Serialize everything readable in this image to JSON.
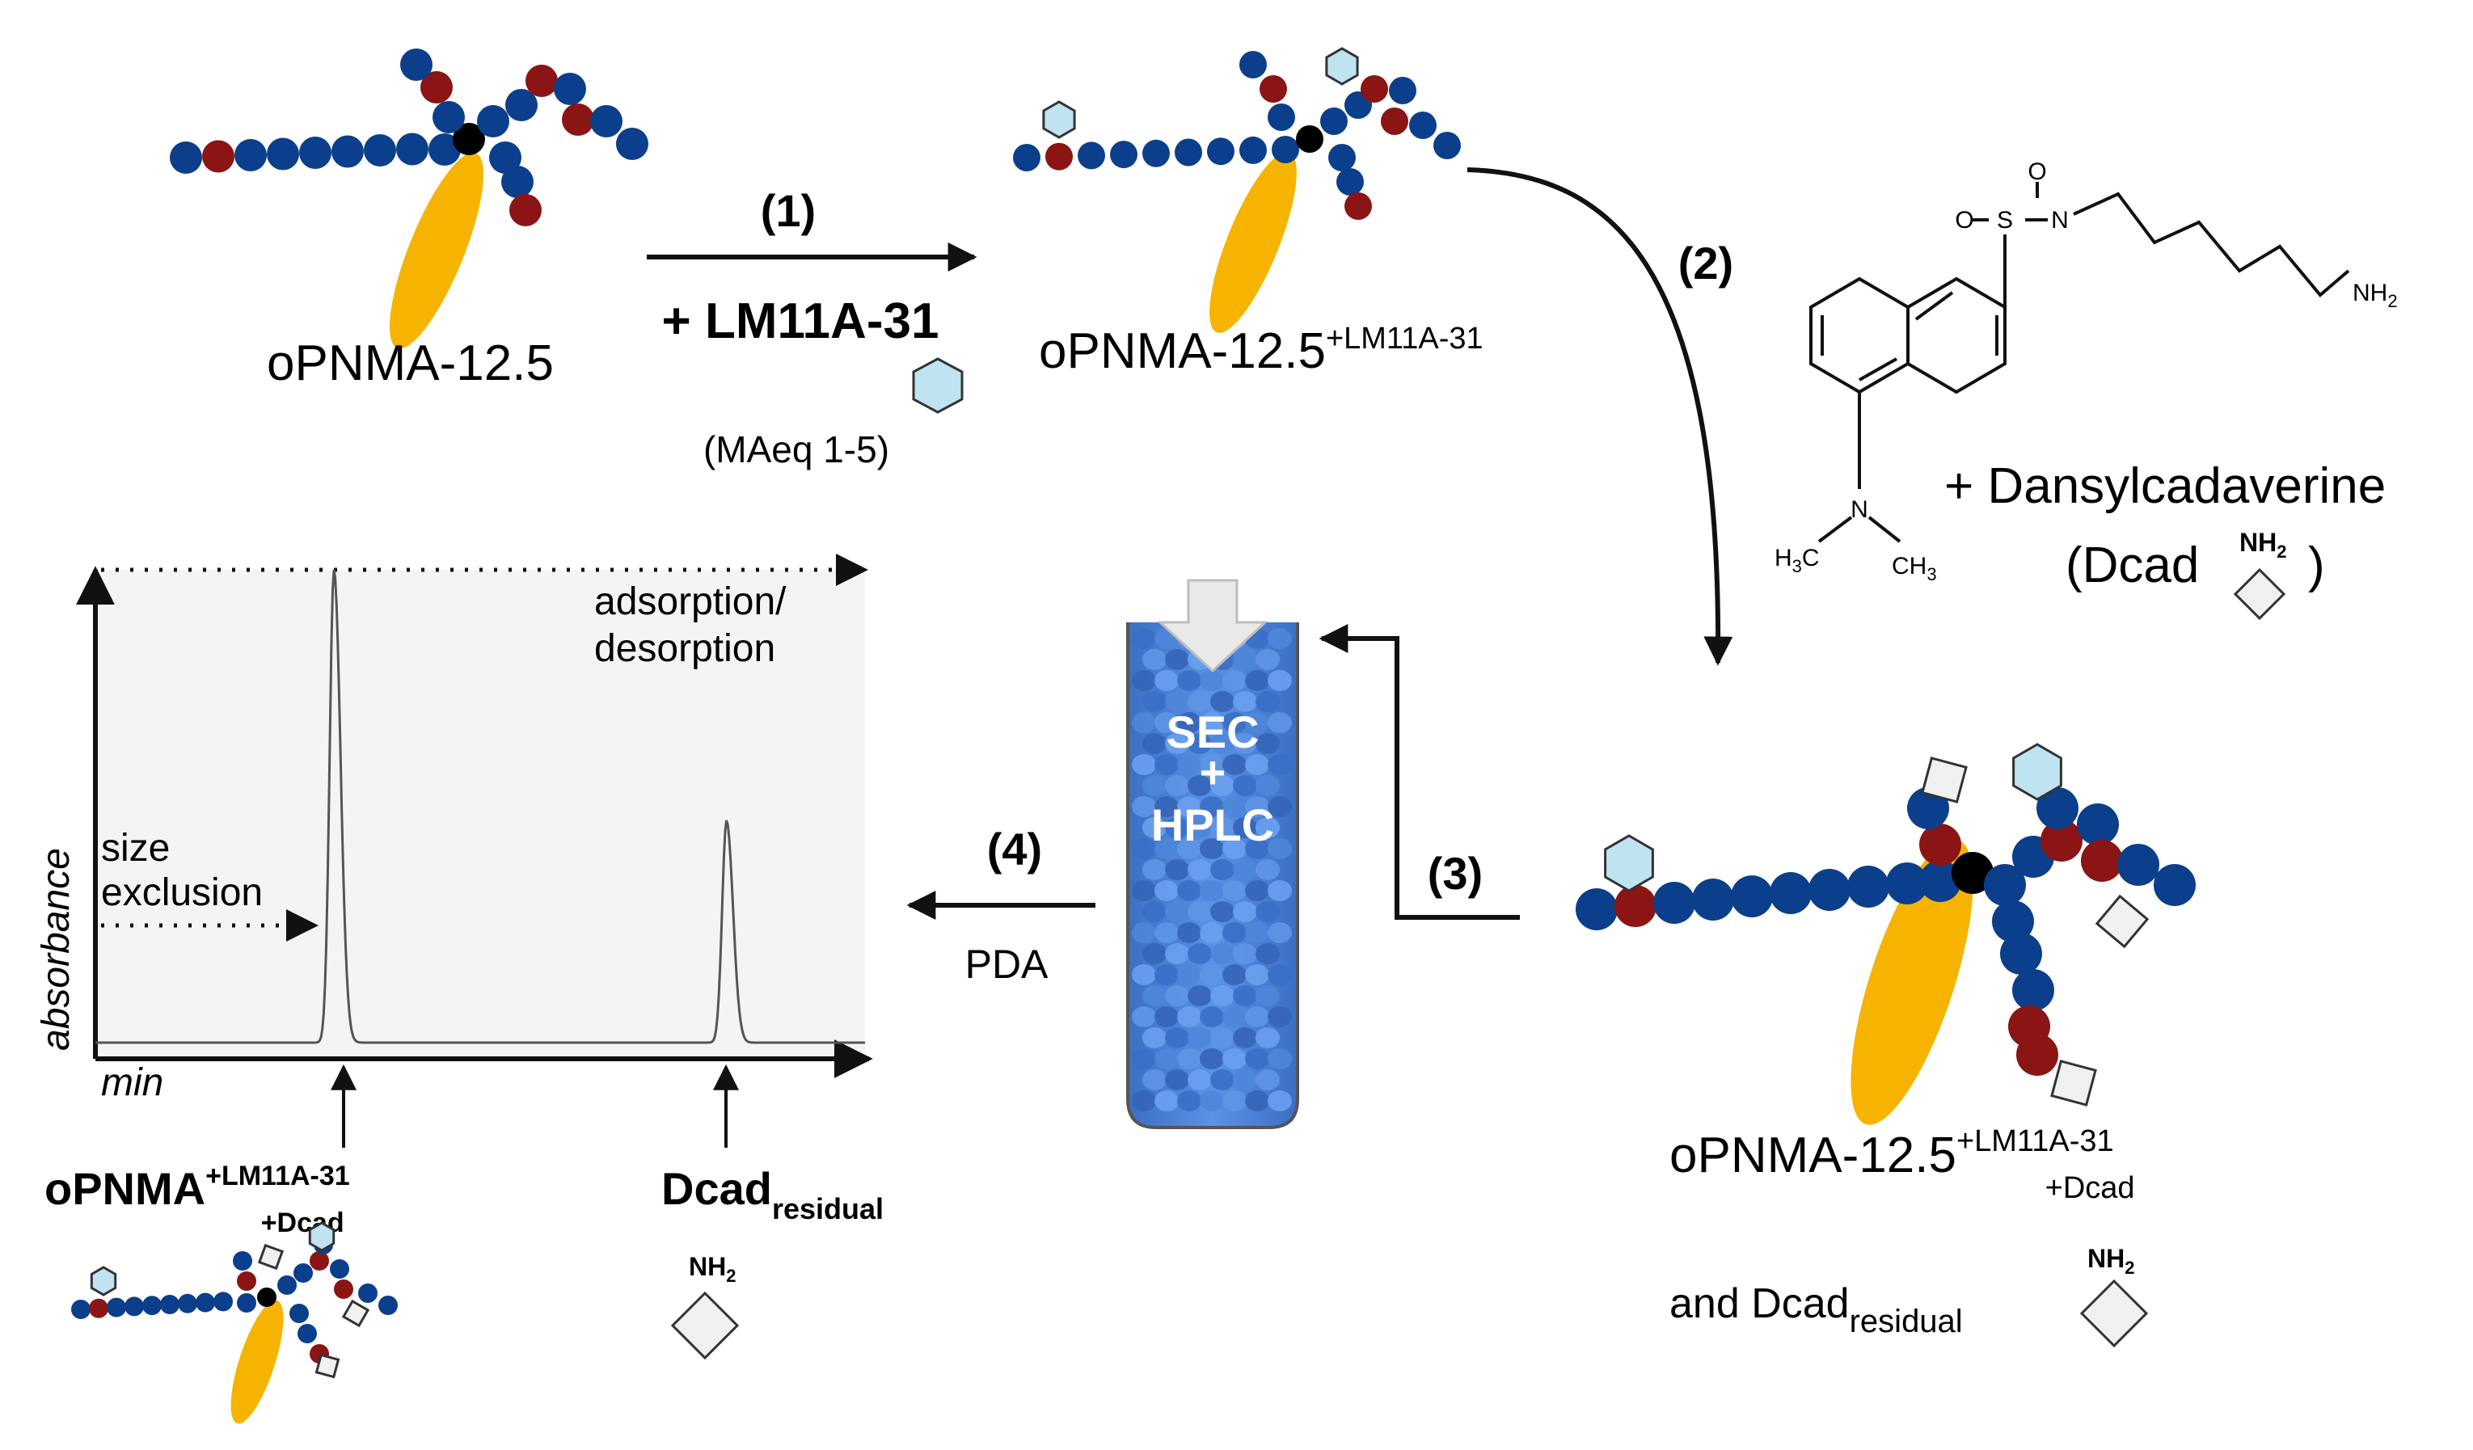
{
  "colors": {
    "monomer_blue": "#0b3f8c",
    "monomer_red": "#8b1414",
    "core_black": "#000000",
    "oval_yellow": "#f6b400",
    "drug_hexagon": "#bfe3f0",
    "dcad_diamond": "#f0f0f0",
    "column_blue": "#4a82d8",
    "chromatogram_bg": "#f4f4f4"
  },
  "molecules": {
    "start_label": "oPNMA-12.5",
    "loaded_label": "oPNMA-12.5",
    "loaded_sup": "+LM11A-31",
    "product_label": "oPNMA-12.5",
    "product_sup": "+LM11A-31",
    "product_sub": "+Dcad",
    "and_text": "and Dcad",
    "residual_sub": "residual"
  },
  "step1": {
    "number": "(1)",
    "reagent": "+ LM11A-31",
    "equivalents": "(MAeq 1-5)"
  },
  "step2": {
    "number": "(2)",
    "reagent": "+ Dansylcadaverine",
    "abbrev_open": "(Dcad",
    "abbrev_close": ")",
    "amine": "NH2",
    "amine_main": "NH",
    "amine_sub": "2",
    "structure_labels": {
      "o_top": "O",
      "o_left": "O",
      "s": "S",
      "n": "N",
      "nh2_main": "NH",
      "nh2_sub": "2",
      "n_dimethyl": "N",
      "ch3_left_main": "H",
      "ch3_left_sub": "3",
      "ch3_left_tail": "C",
      "ch3_right_main": "CH",
      "ch3_right_sub": "3"
    }
  },
  "step3": {
    "number": "(3)"
  },
  "step4": {
    "number": "(4)",
    "detector": "PDA"
  },
  "column": {
    "line1": "SEC",
    "line2": "+",
    "line3": "HPLC"
  },
  "chromatogram": {
    "y_axis_label": "absorbance",
    "x_axis_label": "min",
    "mode_top_line1": "adsorption/",
    "mode_top_line2": "desorption",
    "mode_left_line1": "size",
    "mode_left_line2": "exclusion",
    "peak1_label_main": "oPNMA",
    "peak1_label_sup": "+LM11A-31",
    "peak1_label_sub": "+Dcad",
    "peak2_label_main": "Dcad",
    "peak2_label_sub": "residual",
    "peak2_amine_main": "NH",
    "peak2_amine_sub": "2"
  },
  "chart_data": {
    "type": "line",
    "xlabel": "min",
    "ylabel": "absorbance",
    "series": [
      {
        "peaks": [
          {
            "x": 0.31,
            "height": 1.0,
            "label": "oPNMA+LM11A-31+Dcad"
          },
          {
            "x": 0.82,
            "height": 0.47,
            "label": "Dcad residual"
          }
        ]
      }
    ]
  }
}
